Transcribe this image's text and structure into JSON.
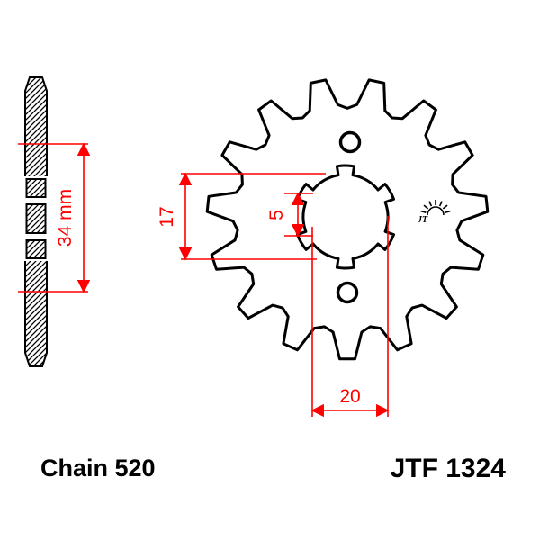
{
  "drawing": {
    "chain_label": "Chain 520",
    "part_number": "JTF 1324",
    "logo_text": "JT"
  },
  "dimensions": {
    "side_width": "34 mm",
    "bore_height": "17",
    "spline_depth": "5",
    "bore_width": "20"
  },
  "colors": {
    "dimension_red": "#ff0000",
    "ink_black": "#000000",
    "background": "#ffffff"
  }
}
